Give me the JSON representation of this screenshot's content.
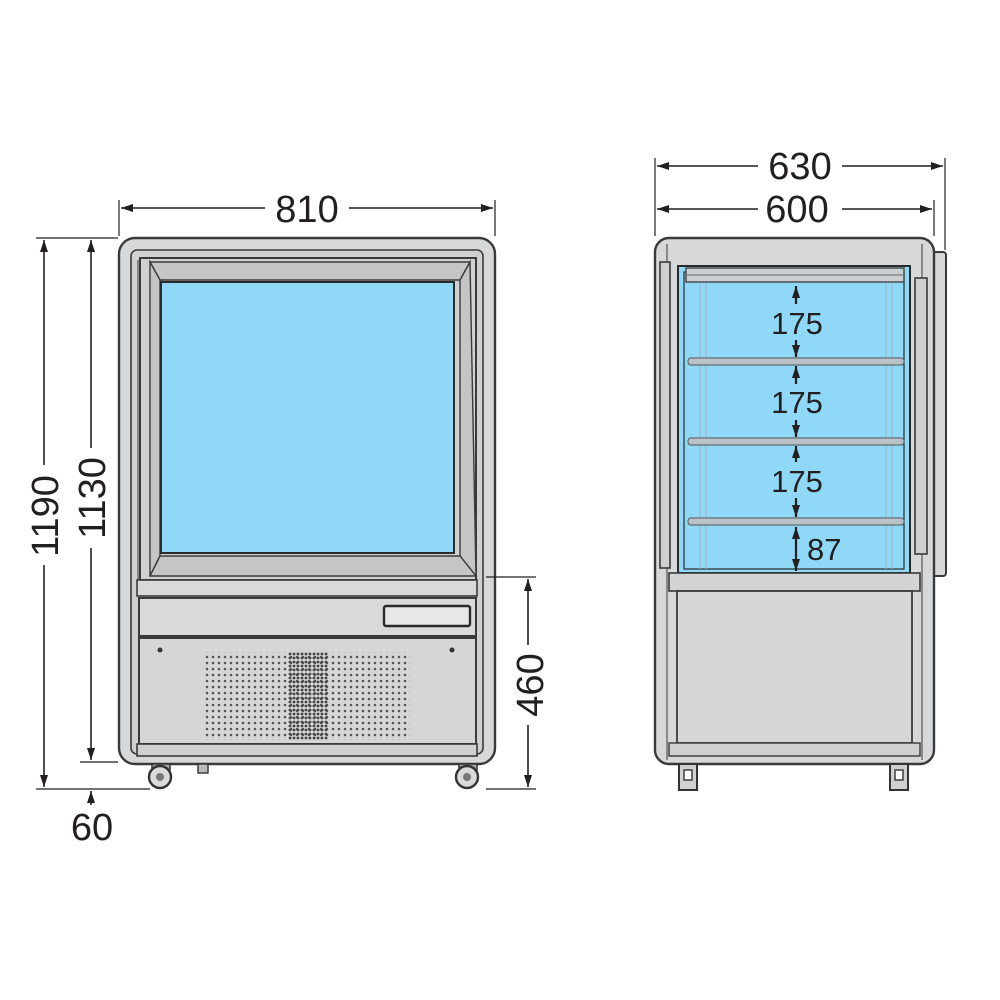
{
  "colors": {
    "glass": "#8fd8f8",
    "body": "#d7d8da",
    "outline": "#3a3a3a",
    "text": "#231f20"
  },
  "front_view": {
    "width_label": "810",
    "total_height_label": "1190",
    "body_height_label": "1130",
    "base_height_label": "460",
    "wheel_height_label": "60"
  },
  "side_view": {
    "overall_depth_label": "630",
    "cabinet_depth_label": "600",
    "shelf_spacing_labels": [
      "175",
      "175",
      "175",
      "87"
    ]
  }
}
